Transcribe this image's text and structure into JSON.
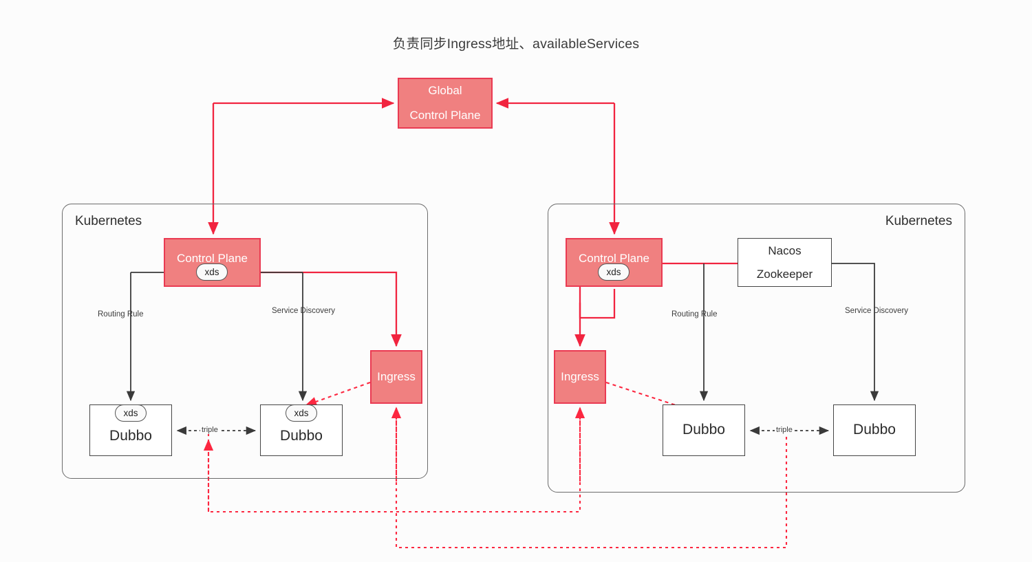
{
  "title": "负责同步Ingress地址、availableServices",
  "colors": {
    "red_fill": "#F08080",
    "red_stroke": "#EA3A52",
    "dark_stroke": "#444444",
    "cluster_stroke": "#6B6B6B",
    "canvas": "#FCFCFC"
  },
  "global": {
    "line1": "Global",
    "line2": "Control Plane"
  },
  "clusters": {
    "left": {
      "label": "Kubernetes",
      "control_plane": {
        "label": "Control Plane",
        "badge": "xds"
      },
      "ingress": {
        "label": "Ingress"
      },
      "services": [
        {
          "label": "Dubbo",
          "badge": "xds"
        },
        {
          "label": "Dubbo",
          "badge": "xds"
        }
      ],
      "edge_labels": {
        "routing_rule": "Routing Rule",
        "service_discovery": "Service Discovery",
        "triple": "triple"
      }
    },
    "right": {
      "label": "Kubernetes",
      "control_plane": {
        "label": "Control Plane",
        "badge": "xds"
      },
      "ingress": {
        "label": "Ingress"
      },
      "registry": {
        "line1": "Nacos",
        "line2": "Zookeeper"
      },
      "services": [
        {
          "label": "Dubbo"
        },
        {
          "label": "Dubbo"
        }
      ],
      "edge_labels": {
        "routing_rule": "Routing Rule",
        "service_discovery": "Service Discovery",
        "triple": "triple"
      }
    }
  }
}
